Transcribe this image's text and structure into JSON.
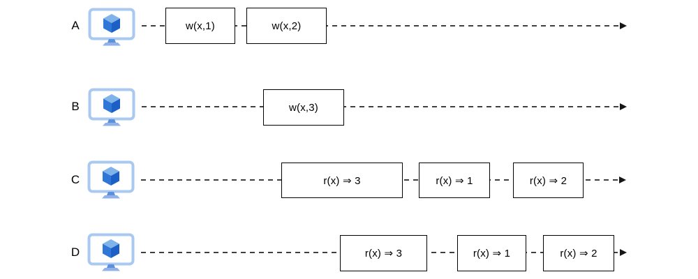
{
  "diagram": {
    "type": "timeline-consistency-diagram",
    "rows": [
      {
        "label": "A",
        "operations": [
          "w(x,1)",
          "w(x,2)"
        ]
      },
      {
        "label": "B",
        "operations": [
          "w(x,3)"
        ]
      },
      {
        "label": "C",
        "operations": [
          "r(x) ⇒ 3",
          "r(x) ⇒ 1",
          "r(x) ⇒ 2"
        ]
      },
      {
        "label": "D",
        "operations": [
          "r(x) ⇒ 3",
          "r(x) ⇒ 1",
          "r(x) ⇒ 2"
        ]
      }
    ],
    "icon": "computer-with-cube-icon",
    "colors": {
      "timeline_line": "#3f3f3f",
      "box_border": "#000000",
      "box_text": "#000000",
      "monitor_frame": "#a9c9f1",
      "cube_top": "#7fb3ea",
      "cube_left": "#2e77d6",
      "cube_right": "#1c60c6",
      "stand": "#8fb2e8"
    }
  }
}
